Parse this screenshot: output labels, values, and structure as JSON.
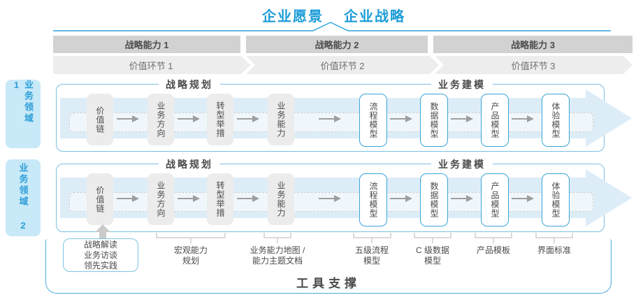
{
  "header": {
    "vision": "企业愿景",
    "strategy": "企业战略"
  },
  "capability_band": {
    "items": [
      "战略能力 1",
      "战略能力 2",
      "战略能力 3"
    ]
  },
  "value_band": {
    "items": [
      "价值环节 1",
      "价值环节 2",
      "价值环节 3"
    ]
  },
  "domains": {
    "items": [
      "业务领域 1",
      "业务领域 2"
    ]
  },
  "flow": {
    "planning_title": "战略规划",
    "modeling_title": "业务建模",
    "gray_boxes": [
      "价值链",
      "业务方向",
      "转型举措",
      "业务能力"
    ],
    "blue_boxes": [
      "流程模型",
      "数据模型",
      "产品模型",
      "体验模型"
    ]
  },
  "footer": {
    "interview_box": "战略解读\n业务访谈\n领先实践",
    "labels": [
      "宏观能力\n规划",
      "业务能力地图 /\n能力主题文档",
      "五级流程\n模型",
      "C 级数据\n模型",
      "产品模板",
      "界面标准"
    ],
    "tool_support": "工具支撑"
  },
  "colors": {
    "accent_blue": "#1b9cd8",
    "panel_border": "#79c0e0",
    "box_border_blue": "#38a5d9",
    "band_arrow_fill": "#ddedf8",
    "capability_band_gray": "#d2d2d2",
    "value_band_gray": "#ededed",
    "gray_box_fill": "#ececec",
    "domain_tab_fill": "#c8e9f8",
    "connector_gray": "#c6c6c6"
  }
}
